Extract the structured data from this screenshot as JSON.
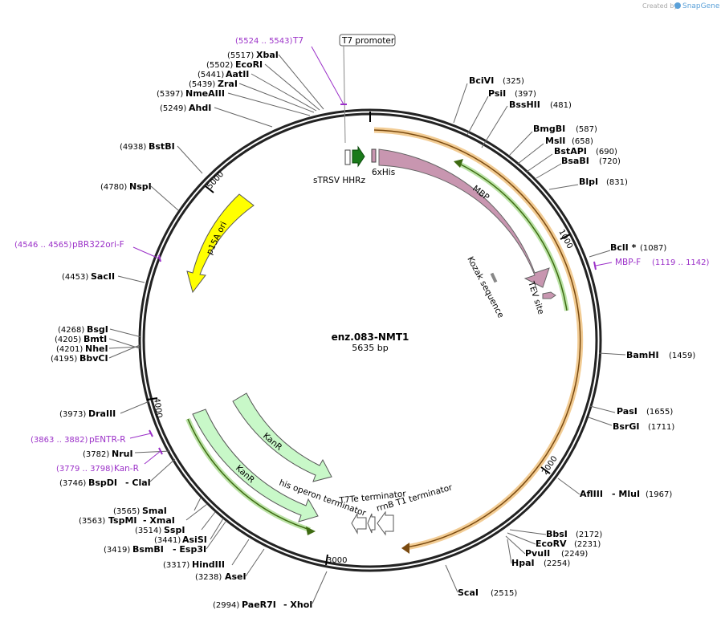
{
  "credit": {
    "prefix": "Created by",
    "brand": "SnapGene"
  },
  "plasmid": {
    "name": "enz.083-NMT1",
    "length_label": "5635 bp",
    "length": 5635
  },
  "ticks": [
    "1000",
    "2000",
    "3000",
    "4000",
    "5000"
  ],
  "promoter_box": "T7 promoter",
  "enzymes": [
    {
      "name": "BciVI",
      "pos": "(325)"
    },
    {
      "name": "PsiI",
      "pos": "(397)"
    },
    {
      "name": "BssHII",
      "pos": "(481)"
    },
    {
      "name": "BmgBI",
      "pos": "(587)"
    },
    {
      "name": "MslI",
      "pos": "(658)"
    },
    {
      "name": "BstAPI",
      "pos": "(690)"
    },
    {
      "name": "BsaBI",
      "pos": "(720)"
    },
    {
      "name": "BlpI",
      "pos": "(831)"
    },
    {
      "name": "BclI *",
      "pos": "(1087)"
    },
    {
      "name": "BamHI",
      "pos": "(1459)"
    },
    {
      "name": "PasI",
      "pos": "(1655)"
    },
    {
      "name": "BsrGI",
      "pos": "(1711)"
    },
    {
      "name": "AflIII",
      "name2": "MluI",
      "pos": "(1967)"
    },
    {
      "name": "BbsI",
      "pos": "(2172)"
    },
    {
      "name": "EcoRV",
      "pos": "(2231)"
    },
    {
      "name": "PvuII",
      "pos": "(2249)"
    },
    {
      "name": "HpaI",
      "pos": "(2254)"
    },
    {
      "name": "ScaI",
      "pos": "(2515)"
    },
    {
      "name": "PaeR7I",
      "name2": "XhoI",
      "pos": "(2994)"
    },
    {
      "name": "AseI",
      "pos": "(3238)"
    },
    {
      "name": "HindIII",
      "pos": "(3317)"
    },
    {
      "name": "BsmBI",
      "name2": "Esp3I",
      "pos": "(3419)"
    },
    {
      "name": "AsiSI",
      "pos": "(3441)"
    },
    {
      "name": "SspI",
      "pos": "(3514)"
    },
    {
      "name": "TspMI",
      "name2": "XmaI",
      "pos": "(3563)"
    },
    {
      "name": "SmaI",
      "pos": "(3565)"
    },
    {
      "name": "BspDI",
      "name2": "ClaI",
      "pos": "(3746)"
    },
    {
      "name": "NruI",
      "pos": "(3782)"
    },
    {
      "name": "DraIII",
      "pos": "(3973)"
    },
    {
      "name": "BbvCI",
      "pos": "(4195)"
    },
    {
      "name": "NheI",
      "pos": "(4201)"
    },
    {
      "name": "BmtI",
      "pos": "(4205)"
    },
    {
      "name": "BsgI",
      "pos": "(4268)"
    },
    {
      "name": "SacII",
      "pos": "(4453)"
    },
    {
      "name": "NspI",
      "pos": "(4780)"
    },
    {
      "name": "BstBI",
      "pos": "(4938)"
    },
    {
      "name": "AhdI",
      "pos": "(5249)"
    },
    {
      "name": "NmeAIII",
      "pos": "(5397)"
    },
    {
      "name": "ZraI",
      "pos": "(5439)"
    },
    {
      "name": "AatII",
      "pos": "(5441)"
    },
    {
      "name": "EcoRI",
      "pos": "(5502)"
    },
    {
      "name": "XbaI",
      "pos": "(5517)"
    }
  ],
  "primers": [
    {
      "name": "T7",
      "pos": "(5524 .. 5543)"
    },
    {
      "name": "MBP-F",
      "pos": "(1119 .. 1142)"
    },
    {
      "name": "pBR322ori-F",
      "pos": "(4546 .. 4565)"
    },
    {
      "name": "pENTR-R",
      "pos": "(3863 .. 3882)"
    },
    {
      "name": "Kan-R",
      "pos": "(3779 .. 3798)"
    }
  ],
  "features": {
    "sTRSV": "sTRSV HHRz",
    "sixHis": "6xHis",
    "MBP": "MBP",
    "kozak": "Kozak sequence",
    "TEV": "TEV site",
    "p15A": "p15A ori",
    "KanR1": "KanR",
    "KanR2": "KanR",
    "his_op": "his operon terminator",
    "t7te": "T7Te terminator",
    "rrnB": "rrnB T1 terminator"
  },
  "colors": {
    "orf_orange": "#e8a23c",
    "orf_green": "#5a8a1a",
    "MBP": "#c896b0",
    "p15A": "#ffff00",
    "KanR": "#c8f8c8",
    "promoter": "#1a7a1a",
    "primer": "#9b30c8",
    "credit_brand": "#5aa0d8"
  }
}
